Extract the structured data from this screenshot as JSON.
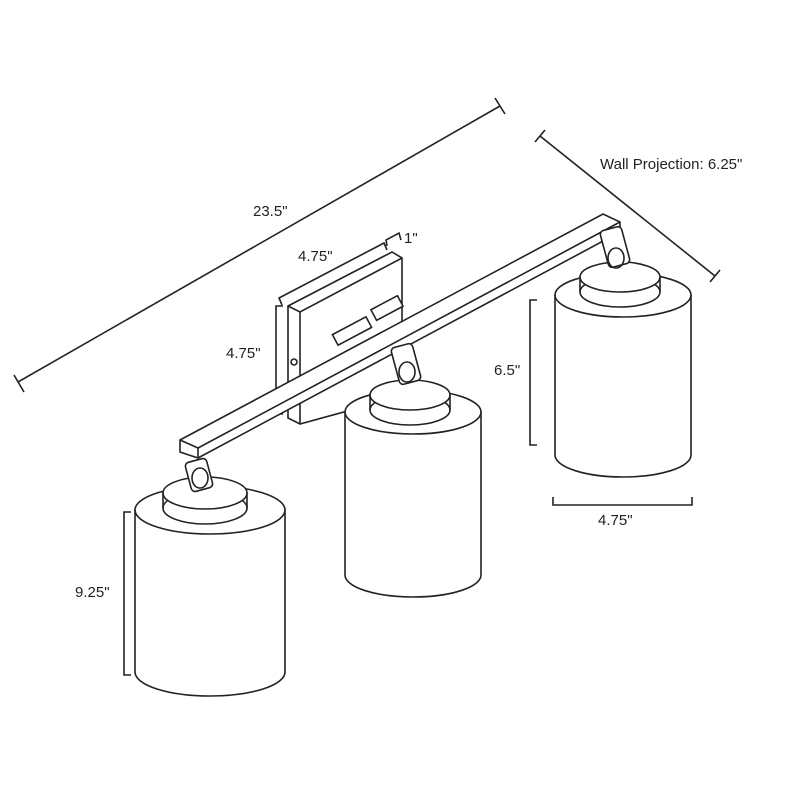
{
  "title": "Wall Projection: 6.25\"",
  "dimensions": {
    "overall_width": "23.5\"",
    "wall_projection": "Wall Projection: 6.25\"",
    "backplate_width": "4.75\"",
    "backplate_depth": "1\"",
    "backplate_height": "4.75\"",
    "shade_height": "6.5\"",
    "shade_width": "4.75\"",
    "fixture_height": "9.25\""
  }
}
